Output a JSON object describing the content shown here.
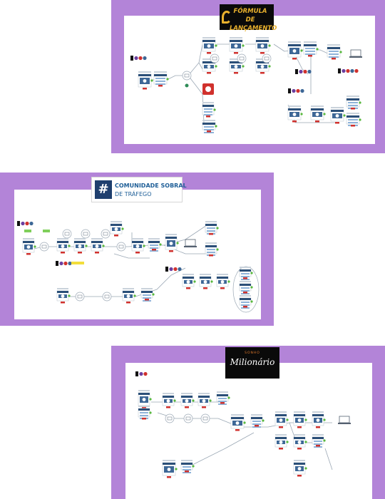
{
  "colors": {
    "frame": "#b384d8",
    "node_blue": "#3d6796",
    "node_dark": "#2b4f78",
    "node_light": "#8fb3d9",
    "connector": "#9aa7b4",
    "status_green": "#58b83e",
    "status_red": "#d0312d",
    "accent_orange": "#f0a23a",
    "yellow_note": "#f3de3b"
  },
  "cards": [
    {
      "logo": {
        "line1": "FÓRMULA DE",
        "line2": "LANÇAMENTO",
        "icon": "flame-swirl-logo",
        "bg": "#0a0a0a",
        "text_color": "#e9b12d"
      }
    },
    {
      "logo": {
        "line1": "COMUNIDADE SOBRAL",
        "line2": "DE TRÁFEGO",
        "icon": "hash-logo",
        "bg": "#ffffff",
        "text_color": "#1f5f98",
        "icon_bg": "#1f3f6e"
      }
    },
    {
      "logo": {
        "line1": "SONHO",
        "line2": "Milionário",
        "icon": "script-logo",
        "bg": "#0a0a0a",
        "text_color": "#ffffff",
        "small_color": "#e57b2c"
      }
    }
  ]
}
